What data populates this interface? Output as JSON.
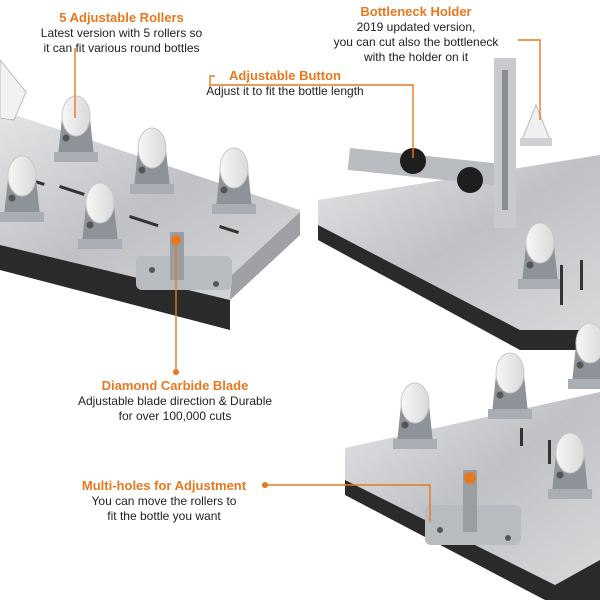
{
  "colors": {
    "accent": "#e8781e",
    "steel": "#c9cacc",
    "dark": "#222222"
  },
  "callouts": {
    "rollers": {
      "title": "5 Adjustable Rollers",
      "line1": "Latest version with 5 rollers so",
      "line2": "it can fit various round bottles"
    },
    "bottleneck": {
      "title": "Bottleneck Holder",
      "line1": "2019 updated version,",
      "line2": "you can cut also the bottleneck",
      "line3": "with the holder on it"
    },
    "button": {
      "title": "Adjustable Button",
      "line1": "Adjust it to fit the bottle length"
    },
    "blade": {
      "title": "Diamond Carbide Blade",
      "line1": "Adjustable blade direction & Durable",
      "line2": "for over 100,000 cuts"
    },
    "holes": {
      "title": "Multi-holes for Adjustment",
      "line1": "You can move the rollers to",
      "line2": "fit the bottle you want"
    }
  }
}
